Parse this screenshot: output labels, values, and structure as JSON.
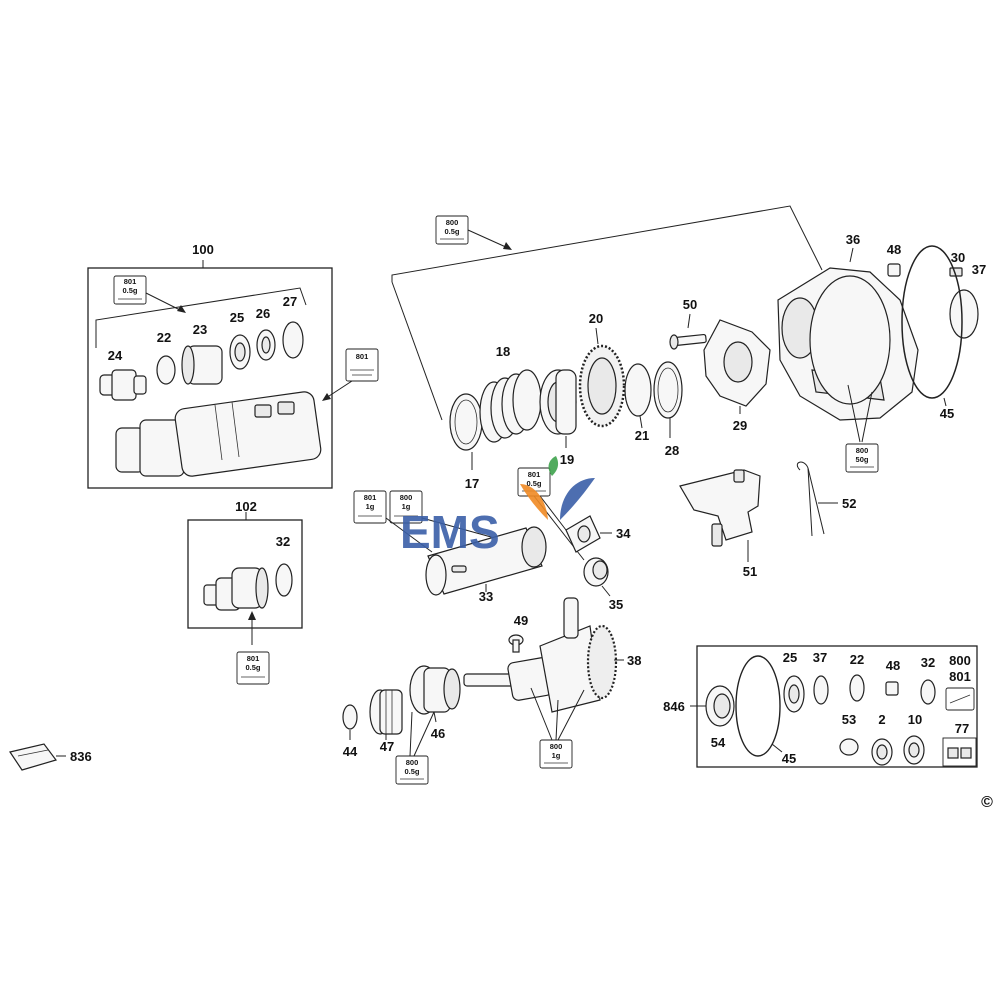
{
  "callouts": {
    "c100": "100",
    "c24": "24",
    "c22a": "22",
    "c23": "23",
    "c25a": "25",
    "c26": "26",
    "c27": "27",
    "c102": "102",
    "c32a": "32",
    "c836": "836",
    "c18": "18",
    "c17": "17",
    "c19": "19",
    "c20": "20",
    "c21": "21",
    "c28": "28",
    "c50": "50",
    "c29": "29",
    "c36": "36",
    "c48a": "48",
    "c30": "30",
    "c37a": "37",
    "c45a": "45",
    "c34": "34",
    "c33": "33",
    "c35": "35",
    "c51": "51",
    "c52": "52",
    "c49": "49",
    "c38": "38",
    "c44": "44",
    "c47": "47",
    "c46": "46",
    "c846": "846",
    "c54": "54",
    "c45b": "45",
    "c25b": "25",
    "c37b": "37",
    "c22b": "22",
    "c48b": "48",
    "c32b": "32",
    "c800": "800",
    "c801": "801",
    "c53": "53",
    "c2": "2",
    "c10": "10",
    "c77": "77"
  },
  "lube_tags": {
    "t1_code": "801",
    "t1_qty": "0.5g",
    "t2_code": "801",
    "t3_code": "801",
    "t3_qty": "0.5g",
    "t4_code": "800",
    "t4_qty": "0.5g",
    "t5_code": "800",
    "t5_qty": "50g",
    "t6_code": "801",
    "t6_qty": "1g",
    "t7_code": "800",
    "t7_qty": "1g",
    "t8_code": "801",
    "t8_qty": "0.5g",
    "t9_code": "800",
    "t9_qty": "0.5g",
    "t10_code": "800",
    "t10_qty": "1g"
  },
  "watermark": {
    "text": "EMS",
    "color_blue": "#3a5fa8",
    "color_green": "#3fa34d",
    "color_orange": "#f08a24"
  },
  "copyright_symbol": "©"
}
